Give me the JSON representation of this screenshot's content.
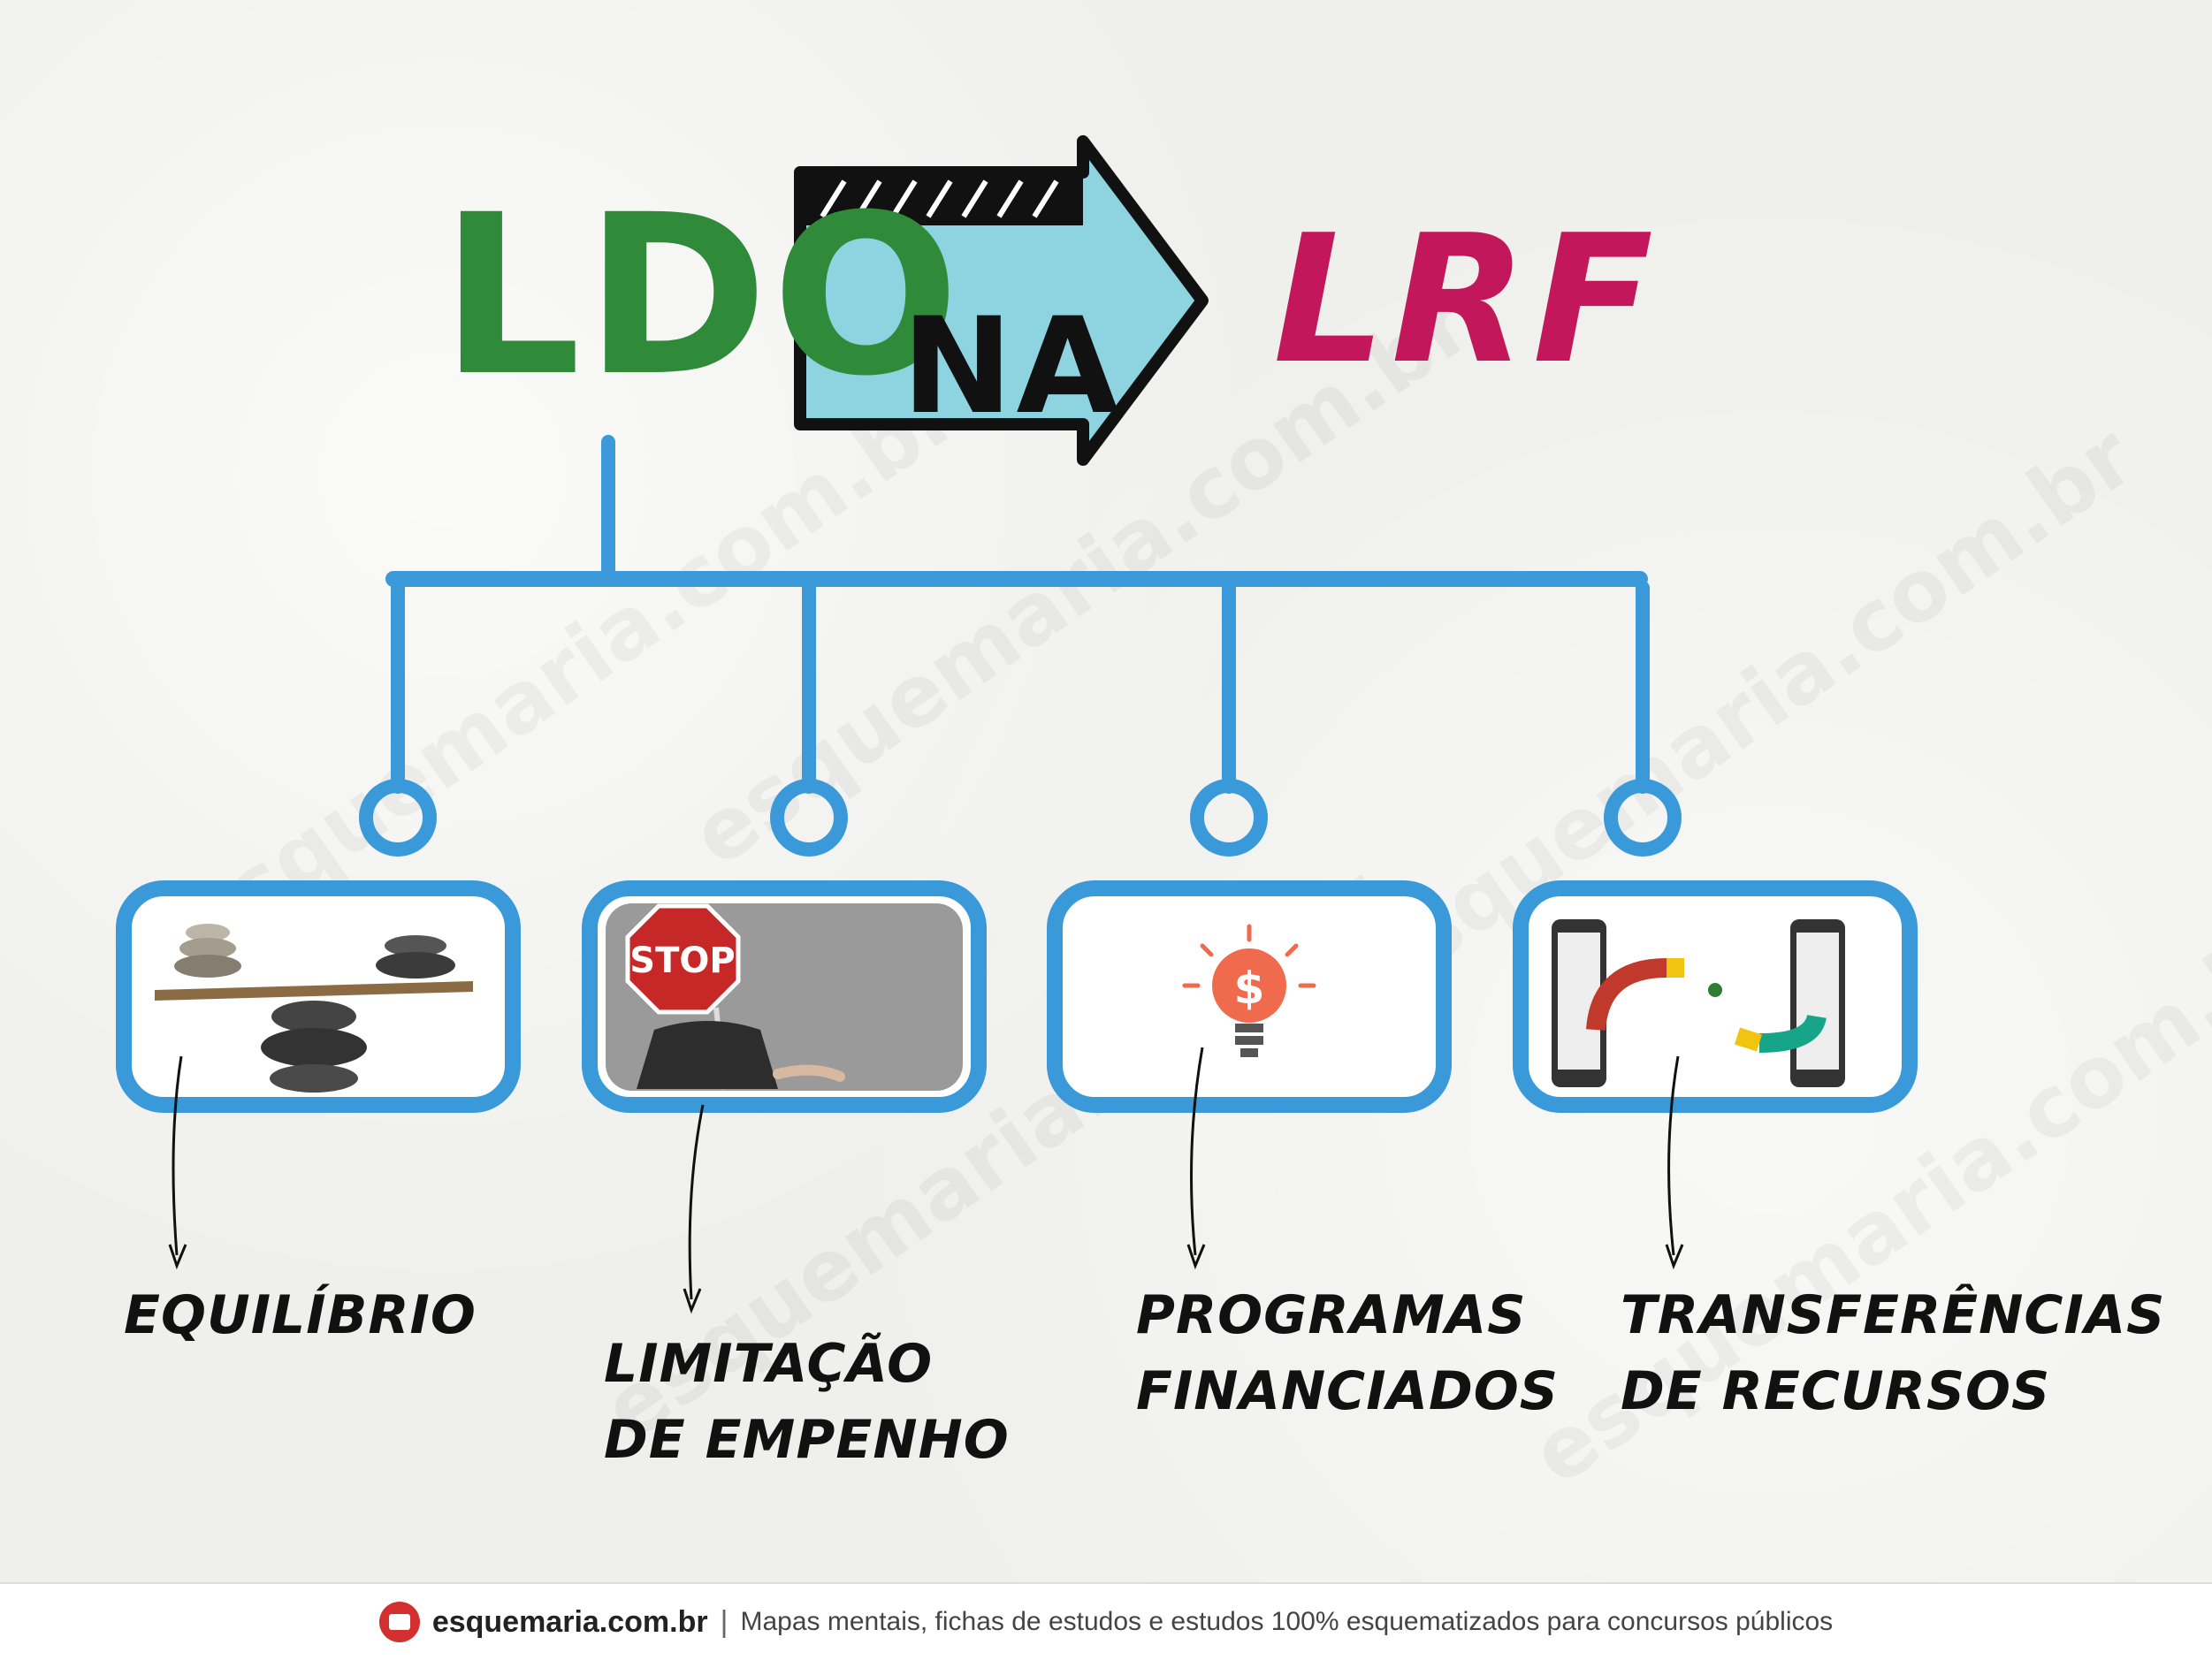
{
  "title": {
    "left": "LDO",
    "arrow_label": "NA",
    "right": "LRF"
  },
  "items": [
    {
      "label": "EQUILÍBRIO",
      "image": "balance-stones-image"
    },
    {
      "label": "LIMITAÇÃO\nDE EMPENHO",
      "image": "stop-sign-man-image"
    },
    {
      "label": "PROGRAMAS\nFINANCIADOS",
      "image": "money-lightbulb-image"
    },
    {
      "label": "TRANSFERÊNCIAS\nDE RECURSOS",
      "image": "phone-transfer-image"
    }
  ],
  "footer": {
    "site": "esquemaria.com.br",
    "separator": "|",
    "tagline": "Mapas mentais, fichas de estudos e estudos 100% esquematizados para concursos públicos"
  },
  "watermark_text": "esquemaria.com.br",
  "colors": {
    "ldo": "#2f8a3a",
    "lrf": "#c2185b",
    "arrow_fill": "#8dd3e0",
    "connector": "#3a9ad9",
    "text": "#111111",
    "background": "#efefec"
  }
}
